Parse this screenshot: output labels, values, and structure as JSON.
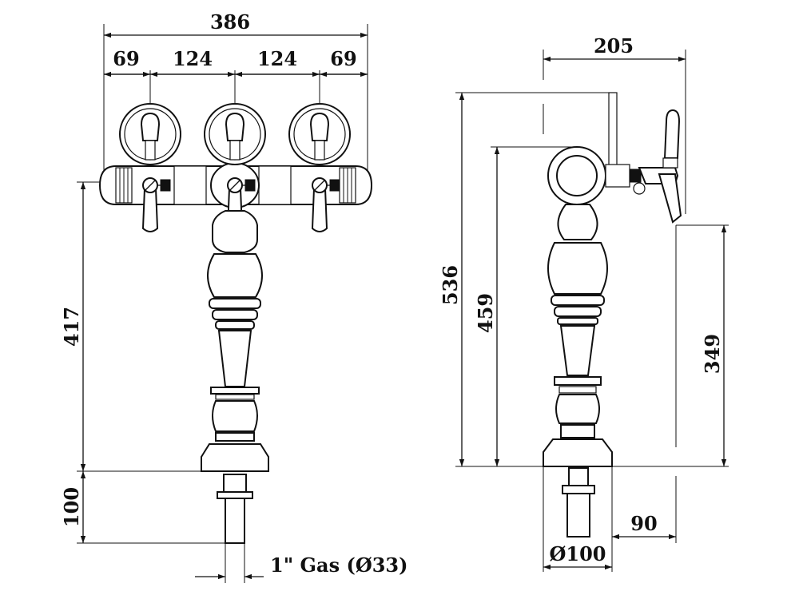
{
  "front_view": {
    "overall_width": "386",
    "seg_1": "69",
    "seg_2": "124",
    "seg_3": "124",
    "seg_4": "69",
    "tap_height": "417",
    "shank_length": "100",
    "thread_label": "1\" Gas (Ø33)"
  },
  "side_view": {
    "depth": "205",
    "total_height": "536",
    "coupling_height": "459",
    "spout_height": "349",
    "base_diameter": "Ø100",
    "spout_offset": "90"
  },
  "icons": {
    "arrow": "arrowhead-icon",
    "tap_handle": "tap-handle-icon",
    "shut_off_valve": "valve-icon"
  },
  "colors": {
    "line": "#111111",
    "background": "#ffffff"
  }
}
